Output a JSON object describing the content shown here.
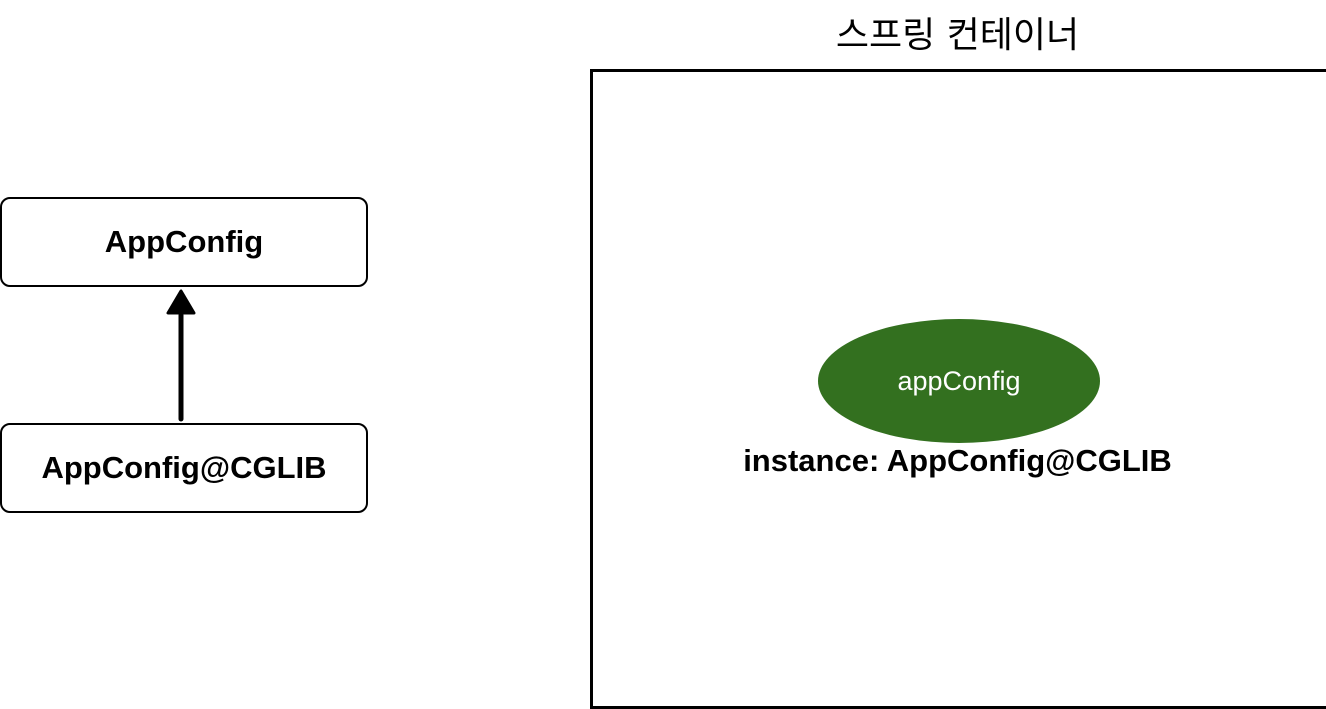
{
  "left_diagram": {
    "parent_class": "AppConfig",
    "child_class": "AppConfig@CGLIB",
    "relation": "inheritance"
  },
  "spring_container": {
    "title": "스프링 컨테이너",
    "bean": {
      "name": "appConfig",
      "instance_label": "instance: AppConfig@CGLIB",
      "color": "#33701f"
    }
  }
}
